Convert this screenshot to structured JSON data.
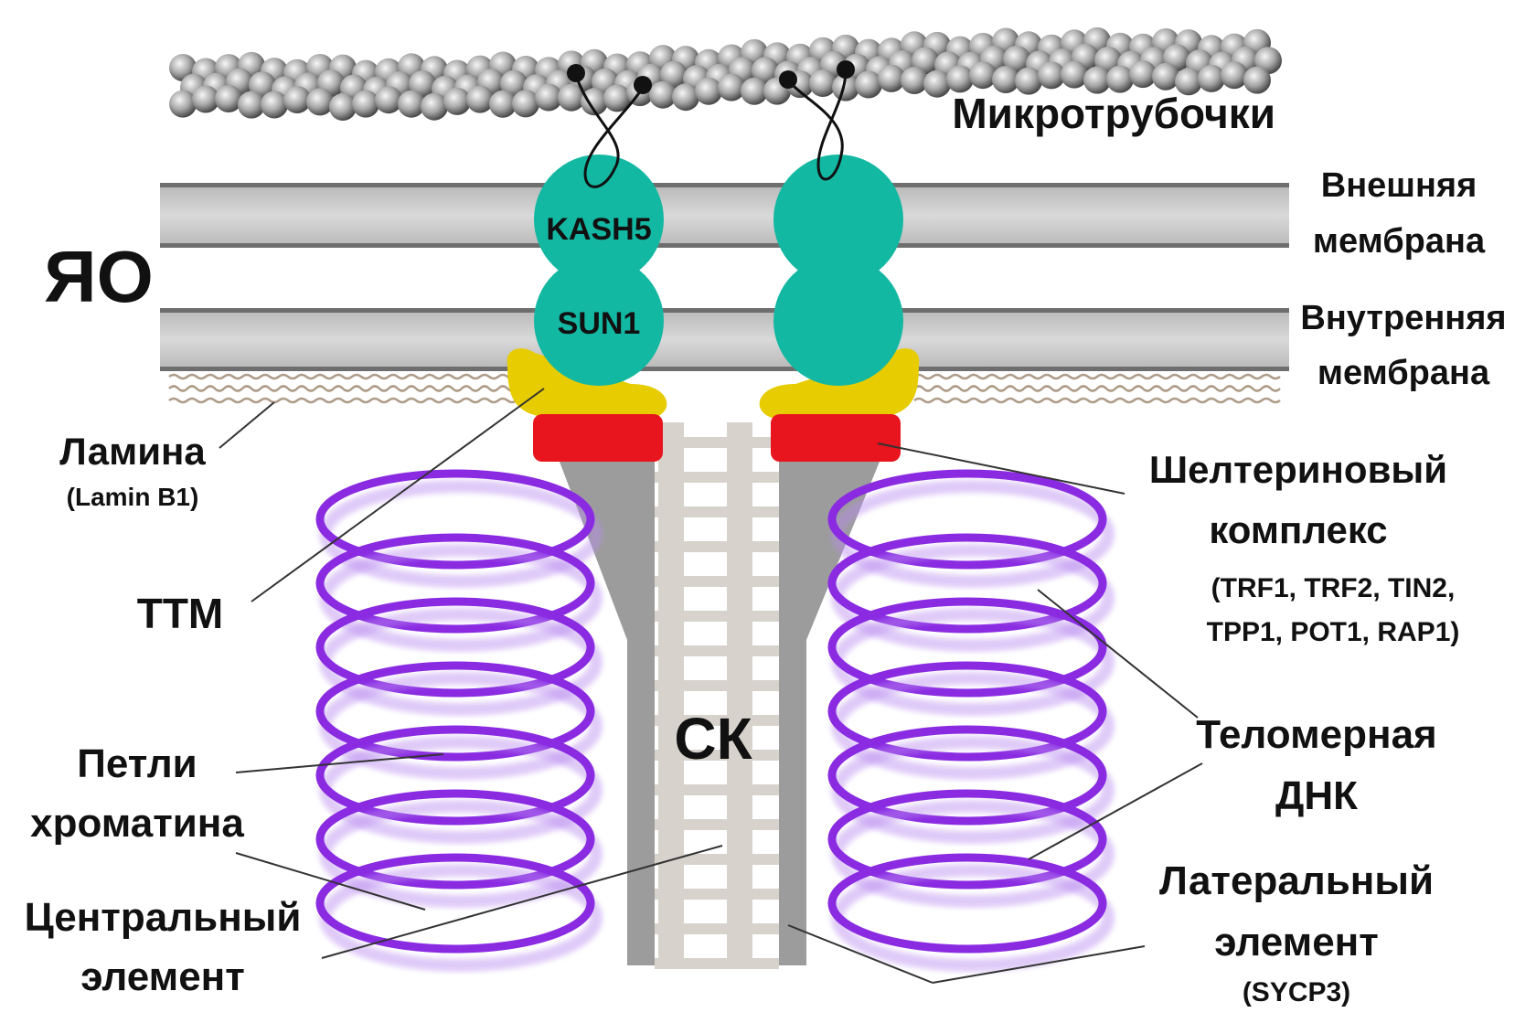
{
  "labels": {
    "microtubules": "Микротрубочки",
    "outer_membrane_1": "Внешняя",
    "outer_membrane_2": "мембрана",
    "inner_membrane_1": "Внутренняя",
    "inner_membrane_2": "мембрана",
    "nuclear_envelope": "ЯО",
    "kash5": "KASH5",
    "sun1": "SUN1",
    "lamina": "Ламина",
    "lamina_sub": "(Lamin B1)",
    "ttm": "ТТМ",
    "shelterin_1": "Шелтериновый",
    "shelterin_2": "комплекс",
    "shelterin_proteins_1": "(TRF1, TRF2, TIN2,",
    "shelterin_proteins_2": "TPP1, POT1, RAP1)",
    "telomeric_dna_1": "Теломерная",
    "telomeric_dna_2": "ДНК",
    "sc": "СК",
    "chromatin_loops_1": "Петли",
    "chromatin_loops_2": "хроматина",
    "central_element_1": "Центральный",
    "central_element_2": "элемент",
    "lateral_element_1": "Латеральный",
    "lateral_element_2": "элемент",
    "lateral_element_sub": "(SYCP3)"
  },
  "colors": {
    "microtubule": "#9a9a9a",
    "membrane": "#c8c8c8",
    "membrane_edge": "#6e6e6e",
    "sun_kash": "#13b8a2",
    "ttm": "#e6cc00",
    "shelterin": "#e8141e",
    "lateral_element": "#9c9c9c",
    "central_element": "#d8d2cc",
    "chromatin": "#8a2be2",
    "lamina": "#a08a74",
    "text": "#111111"
  }
}
